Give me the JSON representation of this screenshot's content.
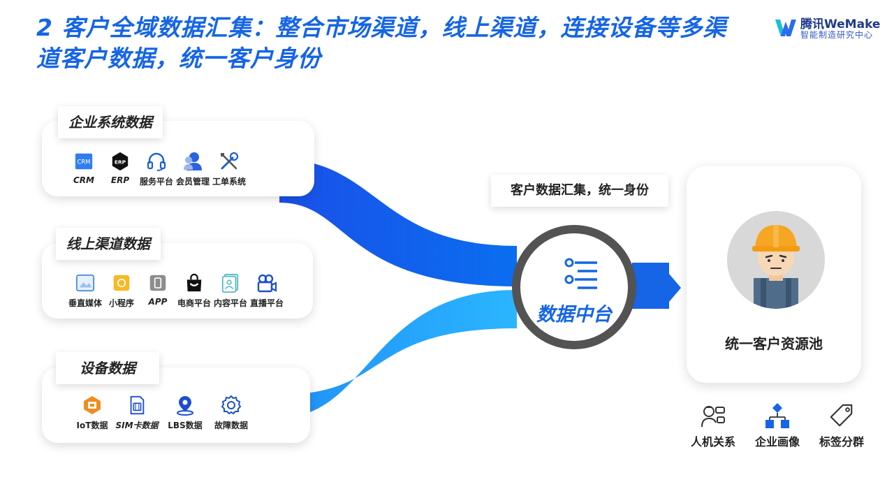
{
  "title": "2 客户全域数据汇集：整合市场渠道，线上渠道，连接设备等多渠道客户数据，统一客户身份",
  "brand": {
    "name": "腾讯WeMake",
    "subtitle": "智能制造研究中心"
  },
  "groups": [
    {
      "title": "企业系统数据",
      "items": [
        {
          "label": "CRM",
          "icon": "crm-icon"
        },
        {
          "label": "ERP",
          "icon": "erp-icon"
        },
        {
          "label": "服务平台",
          "icon": "headset-icon"
        },
        {
          "label": "会员管理",
          "icon": "member-icon"
        },
        {
          "label": "工单系统",
          "icon": "tools-icon"
        }
      ]
    },
    {
      "title": "线上渠道数据",
      "items": [
        {
          "label": "垂直媒体",
          "icon": "media-icon"
        },
        {
          "label": "小程序",
          "icon": "mini-program-icon"
        },
        {
          "label": "APP",
          "icon": "app-icon"
        },
        {
          "label": "电商平台",
          "icon": "shopping-bag-icon"
        },
        {
          "label": "内容平台",
          "icon": "content-icon"
        },
        {
          "label": "直播平台",
          "icon": "live-camera-icon"
        }
      ]
    },
    {
      "title": "设备数据",
      "items": [
        {
          "label": "IoT数据",
          "icon": "iot-icon"
        },
        {
          "label": "SIM卡数据",
          "icon": "sim-card-icon"
        },
        {
          "label": "LBS数据",
          "icon": "location-pin-icon"
        },
        {
          "label": "故障数据",
          "icon": "gear-icon"
        }
      ]
    }
  ],
  "hub": {
    "caption": "客户数据汇集，统一身份",
    "label": "数据中台"
  },
  "pool": {
    "label": "统一客户资源池"
  },
  "outputs": [
    {
      "label": "人机关系",
      "icon": "human-machine-icon"
    },
    {
      "label": "企业画像",
      "icon": "hierarchy-icon"
    },
    {
      "label": "标签分群",
      "icon": "price-tag-icon"
    }
  ],
  "colors": {
    "title": "#1565e6",
    "flow_dark": "#0a57e0",
    "flow_light": "#1ea8ff",
    "hub_ring": "#535353"
  }
}
